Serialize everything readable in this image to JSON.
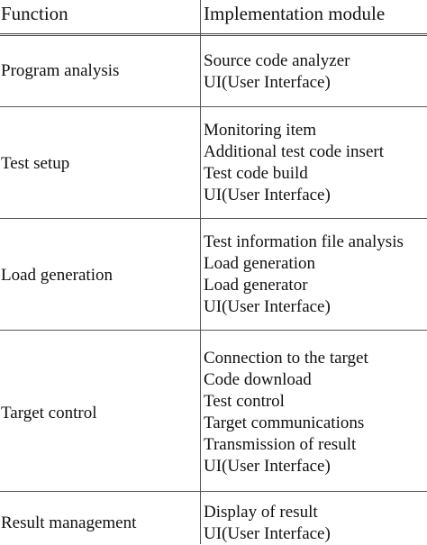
{
  "header": {
    "function_label": "Function",
    "module_label": "Implementation module"
  },
  "rows": [
    {
      "function": "Program analysis",
      "modules": [
        "Source code analyzer",
        "UI(User Interface)"
      ]
    },
    {
      "function": "Test setup",
      "modules": [
        "Monitoring item",
        "Additional test code insert",
        "Test code build",
        "UI(User Interface)"
      ]
    },
    {
      "function": "Load generation",
      "modules": [
        "Test information file analysis",
        "Load generation",
        "Load generator",
        "UI(User Interface)"
      ]
    },
    {
      "function": "Target control",
      "modules": [
        "Connection to the target",
        "Code download",
        "Test control",
        "Target communications",
        "Transmission of result",
        "UI(User Interface)"
      ]
    },
    {
      "function": "Result management",
      "modules": [
        "Display of result",
        "UI(User Interface)"
      ]
    }
  ]
}
